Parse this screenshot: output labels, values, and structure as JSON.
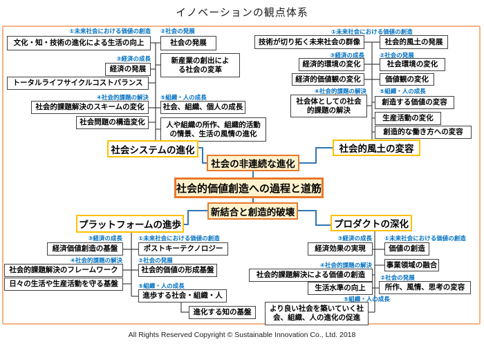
{
  "title": "イノベーションの観点体系",
  "footer": "All Rights Reserved Copyright © Sustainable Innovation  Co., Ltd.  2018",
  "colors": {
    "frame_border": "#F4B183",
    "center_border": "#E8782A",
    "center_fill": "#FFF2CC",
    "node_border": "#FFC000",
    "tag_blue": "#0070C0",
    "blue_connector": "#2E75B6",
    "dark_connector": "#3f3f3f"
  },
  "tags": {
    "t1": "①未来社会における価値の創造",
    "t2": "②社会の発展",
    "t3": "③経済の成長",
    "t4": "④社会的課題の解決",
    "t5": "⑤組織・人の成長"
  },
  "center": {
    "top": "社会の非連続な進化",
    "main": "社会的価値創造への過程と道筋",
    "bottom": "新結合と創造的破壊"
  },
  "tl": {
    "node": "社会システムの進化",
    "b1": "文化・知・技術の進化による生活の向上",
    "b2": "社会の発展",
    "b3": "新産業の創出によ\nる社会の変革",
    "b4": "経済の発展",
    "b5": "トータルライフサイクルコストバランス",
    "b6": "社会的課題解決のスキームの変化",
    "b7": "社会、組織、個人の成長",
    "b8": "社会問題の構造変化",
    "b9": "人や組織の所作、組織的活動\nの情景、生活の風情の進化"
  },
  "tr": {
    "node": "社会的風土の変容",
    "b1": "技術が切り拓く未来社会の群像",
    "b2": "社会的風土の発展",
    "b3": "経済的環境の変化",
    "b4": "社会環境の変化",
    "b5": "経済的価値観の変化",
    "b6": "価値観の変化",
    "b7": "社会体としての社会\n的課題の解決",
    "b8": "創造する価値の変容",
    "b9": "生産活動の変化",
    "b10": "創造的な働き方への変容"
  },
  "bl": {
    "node": "プラットフォームの進歩",
    "b1": "経済価値創造の基盤",
    "b2": "ポストキーテクノロジー",
    "b3": "社会的課題解決のフレームワーク",
    "b4": "社会的価値の形成基盤",
    "b5": "日々の生活や生産活動を守る基盤",
    "b6": "進歩する社会・組織・人",
    "b7": "進化する知の基盤"
  },
  "br": {
    "node": "プロダクトの深化",
    "b1": "経済効果の実現",
    "b2": "価値の創造",
    "b3": "事業領域の融合",
    "b4": "社会的課題解決による価値の創造",
    "b5": "生活水準の向上",
    "b6": "所作、風情、思考の変容",
    "b7": "より良い社会を築いていく社\n会、組織、人の進化の促進"
  }
}
